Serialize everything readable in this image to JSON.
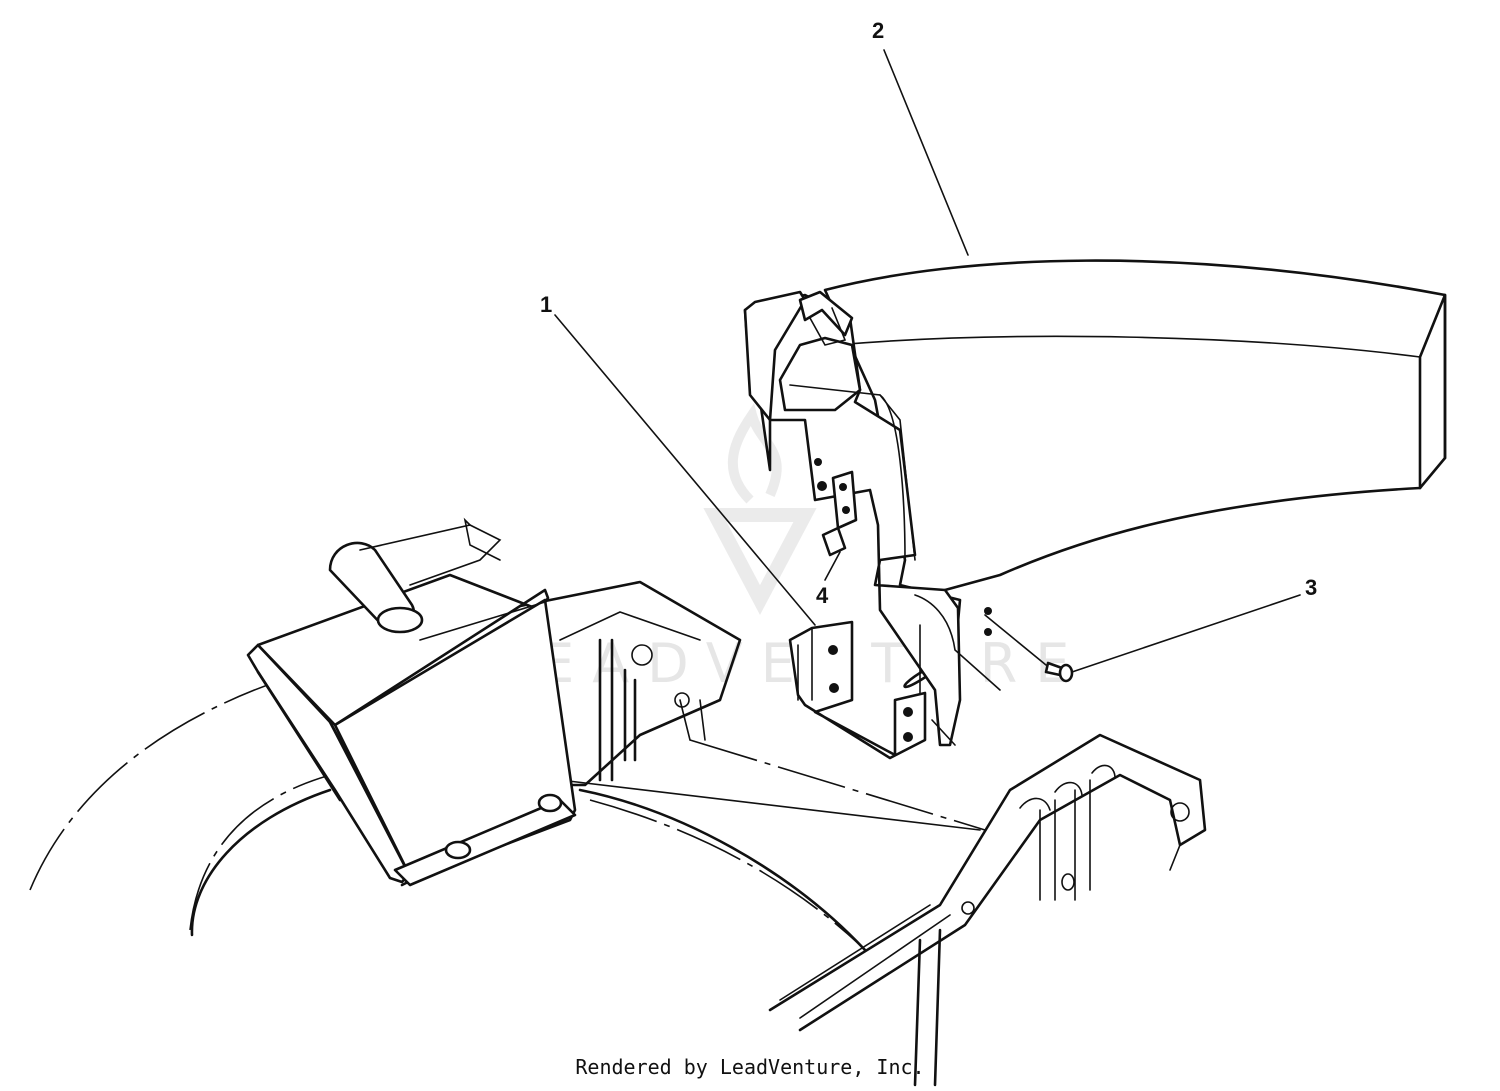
{
  "callouts": [
    {
      "label": "1"
    },
    {
      "label": "2"
    },
    {
      "label": "3"
    },
    {
      "label": "4"
    }
  ],
  "watermark": {
    "text": "LEADVENTURE"
  },
  "footer": {
    "text": "Rendered by LeadVenture, Inc."
  }
}
